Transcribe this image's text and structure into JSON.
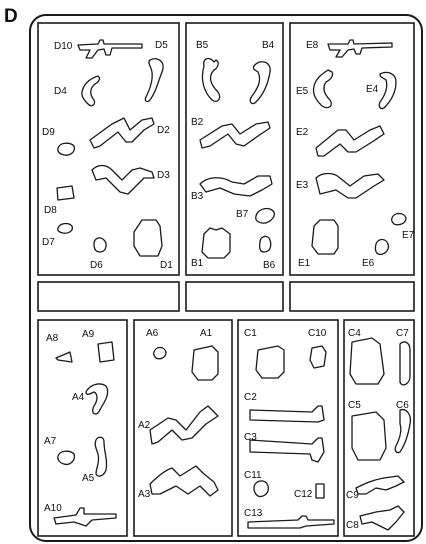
{
  "sprue_letter": "D",
  "labels": {
    "D10": "D10",
    "D5": "D5",
    "D4": "D4",
    "D2": "D2",
    "D9": "D9",
    "D3": "D3",
    "D8": "D8",
    "D7": "D7",
    "D6": "D6",
    "D1": "D1",
    "B5": "B5",
    "B4": "B4",
    "B2": "B2",
    "B3": "B3",
    "B7": "B7",
    "B1": "B1",
    "B6": "B6",
    "E8": "E8",
    "E5": "E5",
    "E4": "E4",
    "E2": "E2",
    "E3": "E3",
    "E7": "E7",
    "E1": "E1",
    "E6": "E6",
    "A8": "A8",
    "A9": "A9",
    "A4": "A4",
    "A7": "A7",
    "A5": "A5",
    "A10": "A10",
    "A6": "A6",
    "A1": "A1",
    "A2": "A2",
    "A3": "A3",
    "C1": "C1",
    "C10": "C10",
    "C2": "C2",
    "C3": "C3",
    "C11": "C11",
    "C12": "C12",
    "C13": "C13",
    "C4": "C4",
    "C7": "C7",
    "C5": "C5",
    "C6": "C6",
    "C9": "C9",
    "C8": "C8"
  }
}
